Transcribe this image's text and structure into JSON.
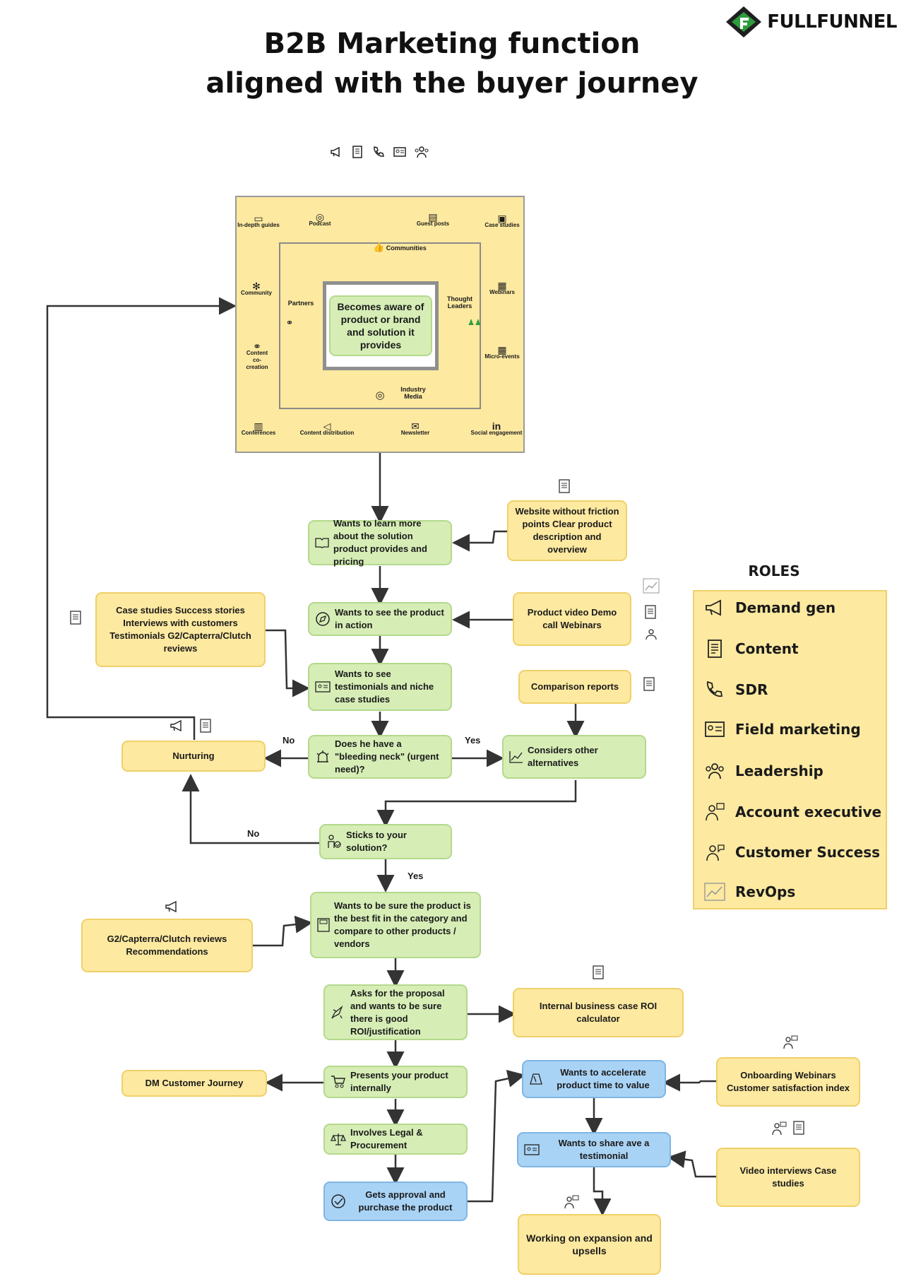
{
  "brand": {
    "name": "FULLFUNNEL"
  },
  "title": {
    "line1": "B2B Marketing function",
    "line2": "aligned with the buyer journey"
  },
  "awareness": {
    "corners": [
      "In-depth guides",
      "Podcast",
      "Guest posts",
      "Case studies",
      "Community",
      "Webinars",
      "Content co-creation",
      "Micro-events",
      "Conferences",
      "Content distribution",
      "Newsletter",
      "Social engagement"
    ],
    "inner": {
      "communities": "Communities",
      "partners": "Partners",
      "thought_leaders": "Thought Leaders",
      "industry_media": "Industry Media"
    },
    "center": "Becomes aware of product or brand and solution it provides"
  },
  "nodes": {
    "learn": "Wants to learn more about the solution product provides and pricing",
    "website": "Website without friction points Clear product description and overview",
    "see": "Wants to see the product in action",
    "video": "Product video Demo call Webinars",
    "cases": "Case studies Success stories Interviews with customers Testimonials G2/Capterra/Clutch reviews",
    "testimonials": "Wants to see testimonials and niche case studies",
    "comparison": "Comparison reports",
    "bleeding": "Does he have a \"bleeding neck\" (urgent need)?",
    "nurturing": "Nurturing",
    "alternatives": "Considers other alternatives",
    "sticks": "Sticks to your solution?",
    "bestfit": "Wants to be sure the product is the best fit in the category and compare to other products / vendors",
    "g2rec": "G2/Capterra/Clutch reviews Recommendations",
    "proposal": "Asks for the proposal and wants to be sure there is good ROI/justification",
    "roi": "Internal business case ROI calculator",
    "presents": "Presents your product internally",
    "dmjourney": "DM Customer Journey",
    "legal": "Involves Legal & Procurement",
    "approval": "Gets approval and purchase the product",
    "accelerate": "Wants to accelerate product time to value",
    "onboarding": "Onboarding Webinars Customer satisfaction index",
    "testimonial": "Wants to share ave a testimonial",
    "videoint": "Video interviews Case studies",
    "expansion": "Working on expansion and upsells"
  },
  "edge_labels": {
    "no1": "No",
    "yes1": "Yes",
    "no2": "No",
    "yes2": "Yes"
  },
  "roles": {
    "title": "ROLES",
    "items": [
      "Demand gen",
      "Content",
      "SDR",
      "Field marketing",
      "Leadership",
      "Account executive",
      "Customer Success",
      "RevOps"
    ]
  },
  "colors": {
    "yellow": "#fde9a0",
    "green": "#d6edb6",
    "blue": "#a9d3f5",
    "brand": "#2e9b3c"
  }
}
